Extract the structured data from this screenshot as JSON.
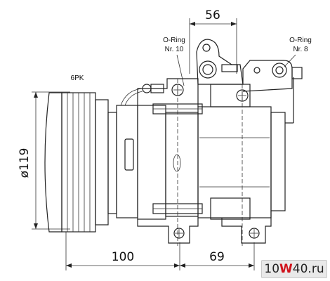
{
  "dimensions": {
    "top_width": "56",
    "diameter": "ø119",
    "bottom_left": "100",
    "bottom_right": "69"
  },
  "labels": {
    "belt": "6PK",
    "oring_left_line1": "O-Ring",
    "oring_left_line2": "Nr. 10",
    "oring_right_line1": "O-Ring",
    "oring_right_line2": "Nr. 8"
  },
  "watermark": {
    "prefix": "10",
    "accent": "W",
    "suffix": "40.ru",
    "accent_color": "#d0121b"
  }
}
